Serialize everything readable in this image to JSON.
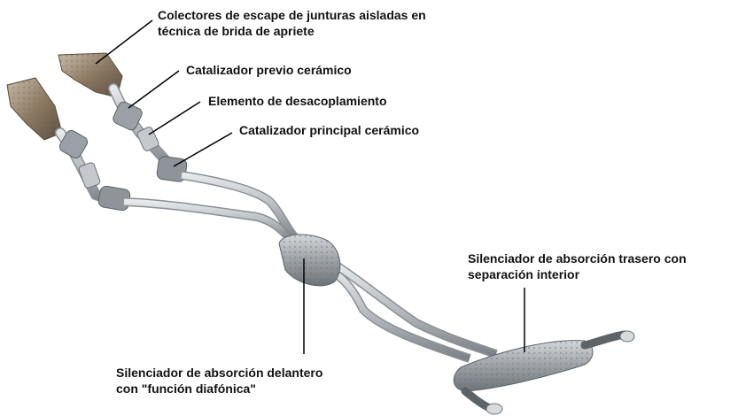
{
  "labels": {
    "colectores": "Colectores de escape de junturas aisladas en\ntécnica de brida de apriete",
    "catalizador_previo": "Catalizador previo cerámico",
    "elemento_desacoplamiento": "Elemento de desacoplamiento",
    "catalizador_principal": "Catalizador principal cerámico",
    "silenciador_trasero": "Silenciador de absorción trasero con\nseparación interior",
    "silenciador_delantero": "Silenciador de absorción delantero\ncon \"función diafónica\""
  },
  "colors": {
    "pipe": "#bfc3c7",
    "pipe_edge": "#8b9096",
    "catalyst": "#8c7a66",
    "muffler": "#9ea3a8",
    "text": "#111111"
  }
}
